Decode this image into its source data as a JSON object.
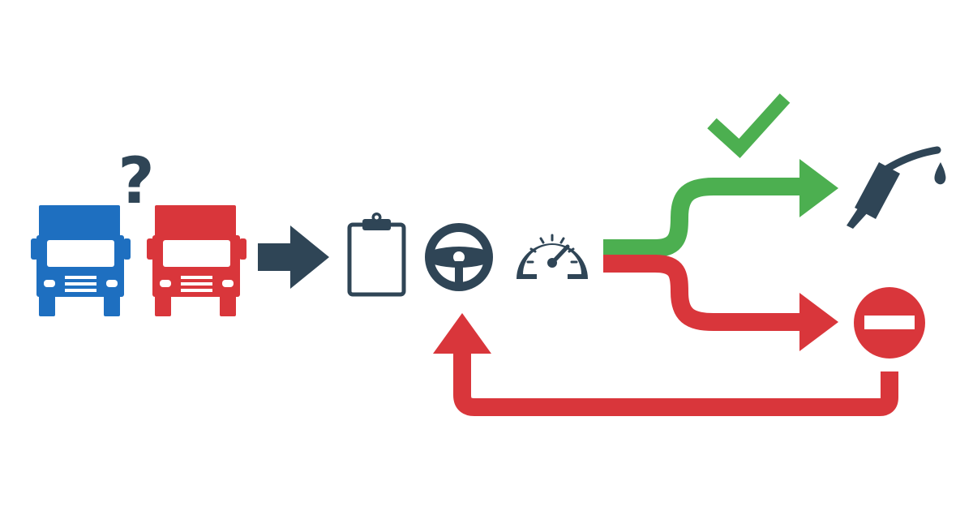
{
  "diagram": {
    "question_symbol": "?",
    "colors": {
      "blue_truck": "#1e6fc0",
      "red_truck": "#d9363b",
      "navy": "#2f4556",
      "green": "#4caf50",
      "red": "#d9363b",
      "white": "#ffffff"
    },
    "icons": [
      "blue-truck-icon",
      "red-truck-icon",
      "question-mark-icon",
      "right-arrow-icon",
      "clipboard-icon",
      "steering-wheel-icon",
      "speedometer-icon",
      "check-mark-icon",
      "fuel-pump-icon",
      "no-entry-icon"
    ],
    "paths": [
      {
        "name": "approved-path",
        "color": "green",
        "leads_to": "fuel-pump-icon"
      },
      {
        "name": "rejected-path",
        "color": "red",
        "leads_to": "no-entry-icon"
      },
      {
        "name": "return-loop",
        "color": "red",
        "leads_to": "steering-wheel-icon"
      }
    ]
  }
}
